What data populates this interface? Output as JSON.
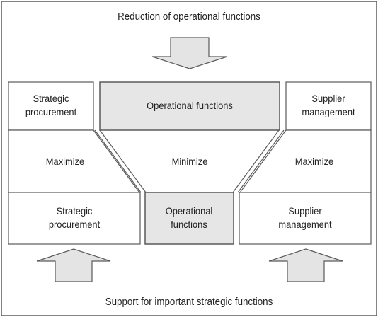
{
  "diagram": {
    "top_caption": "Reduction of operational functions",
    "bottom_caption": "Support for important strategic functions",
    "top_row": {
      "left": "Strategic procurement",
      "center": "Operational functions",
      "right": "Supplier management"
    },
    "middle_row": {
      "left": "Maximize",
      "center": "Minimize",
      "right": "Maximize"
    },
    "bottom_row": {
      "left": "Strategic procurement",
      "center": "Operational functions",
      "right": "Supplier management"
    },
    "colors": {
      "box_fill": "#ffffff",
      "highlight_fill": "#e6e6e6",
      "arrow_fill": "#e4e4e4",
      "stroke": "#5a5a5a"
    }
  }
}
